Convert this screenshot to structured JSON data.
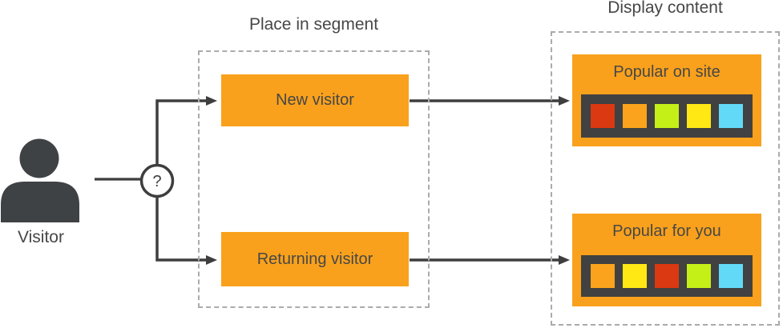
{
  "visitor": {
    "label": "Visitor"
  },
  "decision": {
    "symbol": "?"
  },
  "segment_group": {
    "title": "Place in segment",
    "boxes": [
      {
        "label": "New visitor"
      },
      {
        "label": "Returning visitor"
      }
    ]
  },
  "display_group": {
    "title": "Display content",
    "cards": [
      {
        "title": "Popular on site",
        "tiles": [
          "#DB3911",
          "#FBA31C",
          "#C4EF17",
          "#FFE814",
          "#62D9F7"
        ]
      },
      {
        "title": "Popular for you",
        "tiles": [
          "#FBA31C",
          "#FFE814",
          "#DB3911",
          "#C4EF17",
          "#62D9F7"
        ]
      }
    ]
  },
  "colors": {
    "box_orange": "#F9A11C",
    "strip_dark": "#414141",
    "line_dark": "#3E3E3E",
    "dashed_border": "#ABABAB",
    "text_dark": "#474747"
  }
}
